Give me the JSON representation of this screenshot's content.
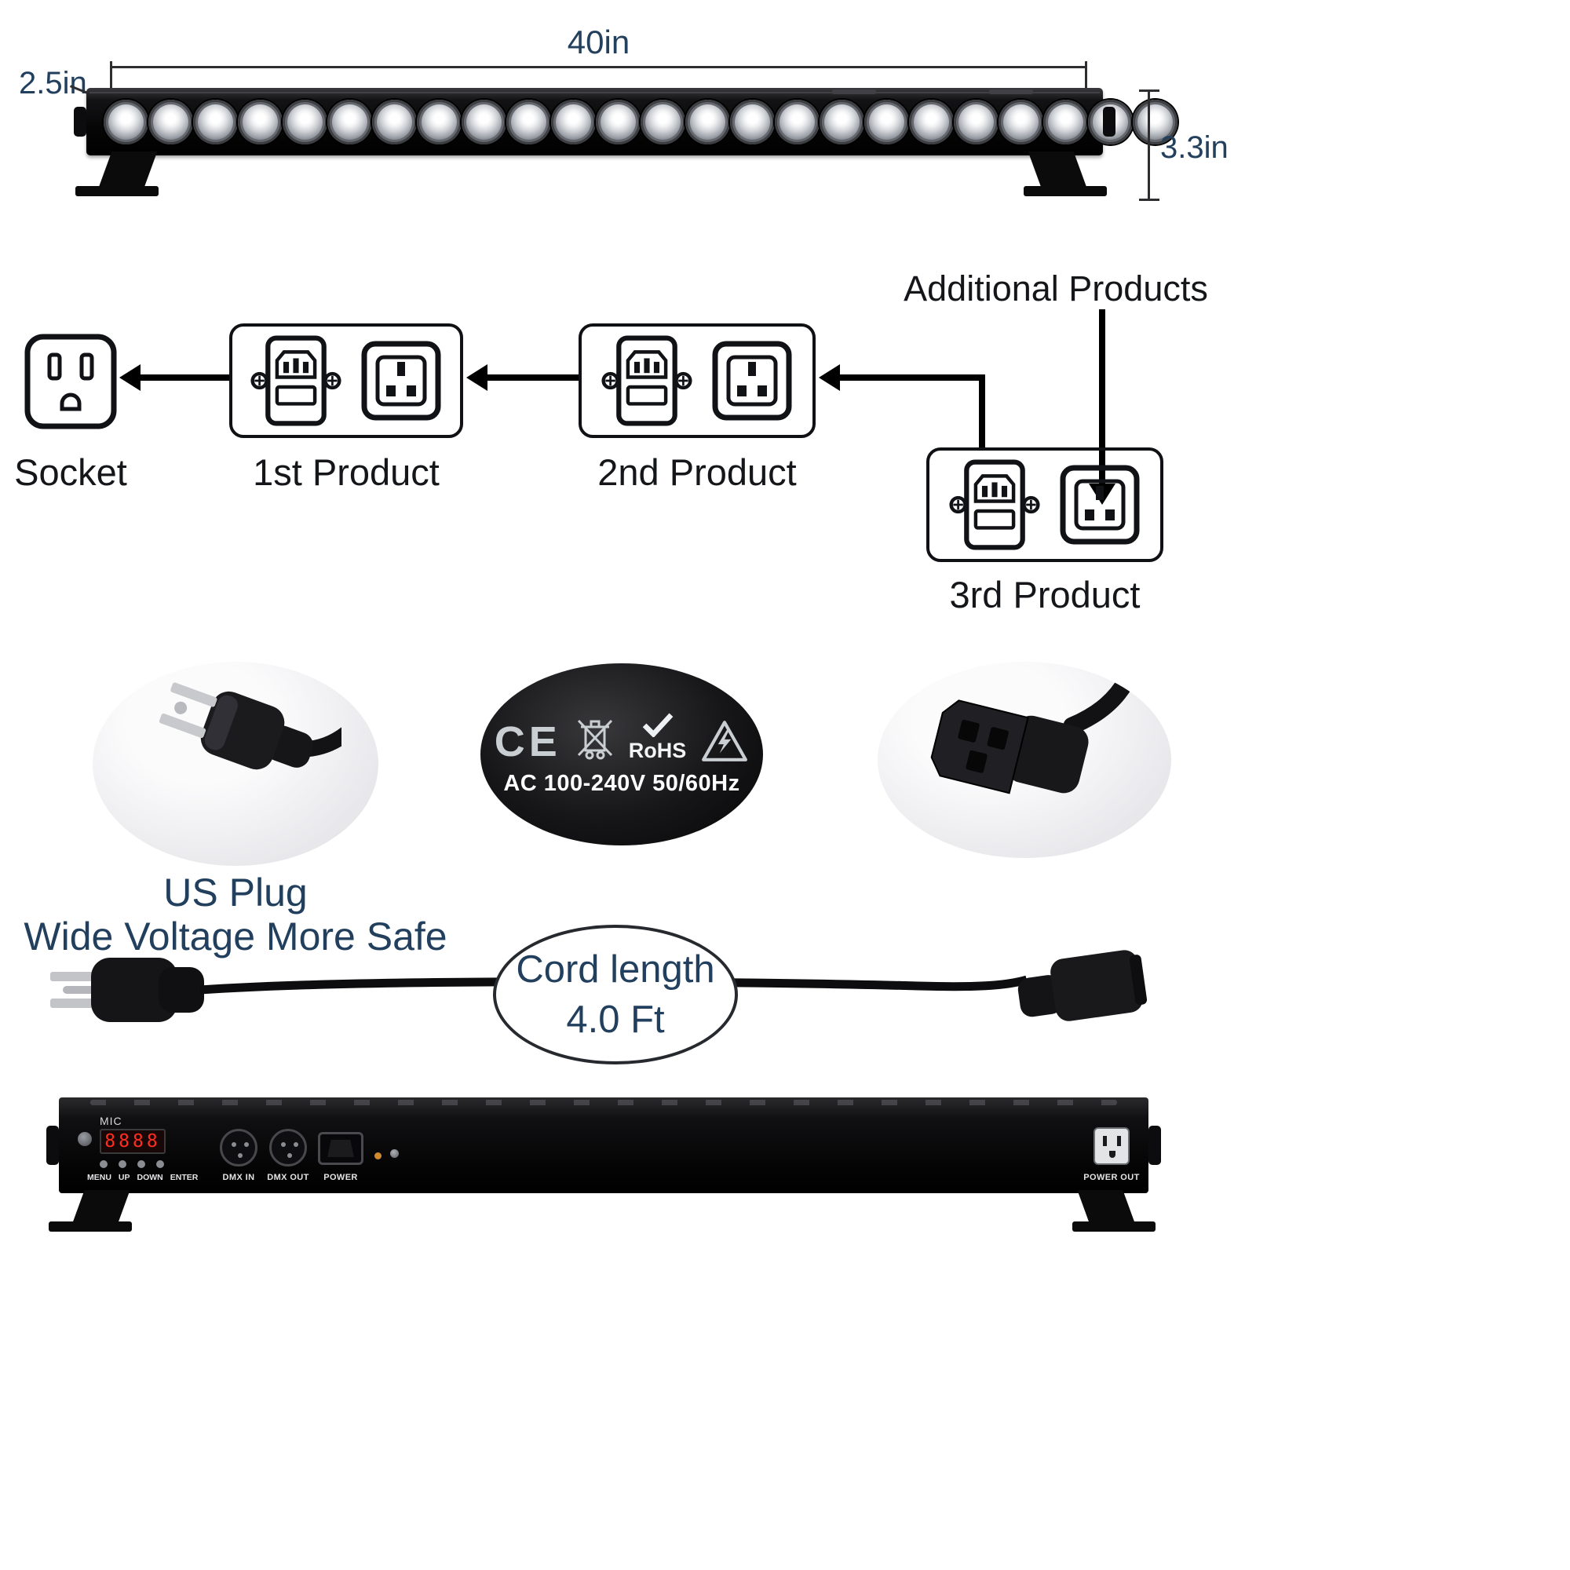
{
  "front_view": {
    "dim_width": "40in",
    "dim_depth": "2.5in",
    "dim_height": "3.3in",
    "led_count": 24
  },
  "daisy_chain": {
    "additional_label": "Additional Products",
    "socket_label": "Socket",
    "product1_label": "1st Product",
    "product2_label": "2nd Product",
    "product3_label": "3rd Product"
  },
  "features": {
    "us_plug_title": "US Plug",
    "us_plug_subtitle": "Wide Voltage More Safe",
    "cert_ce": "CE",
    "cert_rohs": "RoHS",
    "cert_voltage": "AC 100-240V 50/60Hz",
    "cord_line1": "Cord length",
    "cord_line2": "4.0 Ft"
  },
  "back_panel": {
    "mic_label": "MIC",
    "display_value": "8888",
    "buttons": [
      "MENU",
      "UP",
      "DOWN",
      "ENTER"
    ],
    "dmx_in_label": "DMX IN",
    "dmx_out_label": "DMX OUT",
    "power_label": "POWER",
    "power_out_label": "POWER OUT"
  },
  "colors": {
    "navy": "#22405e",
    "ink": "#15171a",
    "display_red": "#ff2d1f"
  }
}
